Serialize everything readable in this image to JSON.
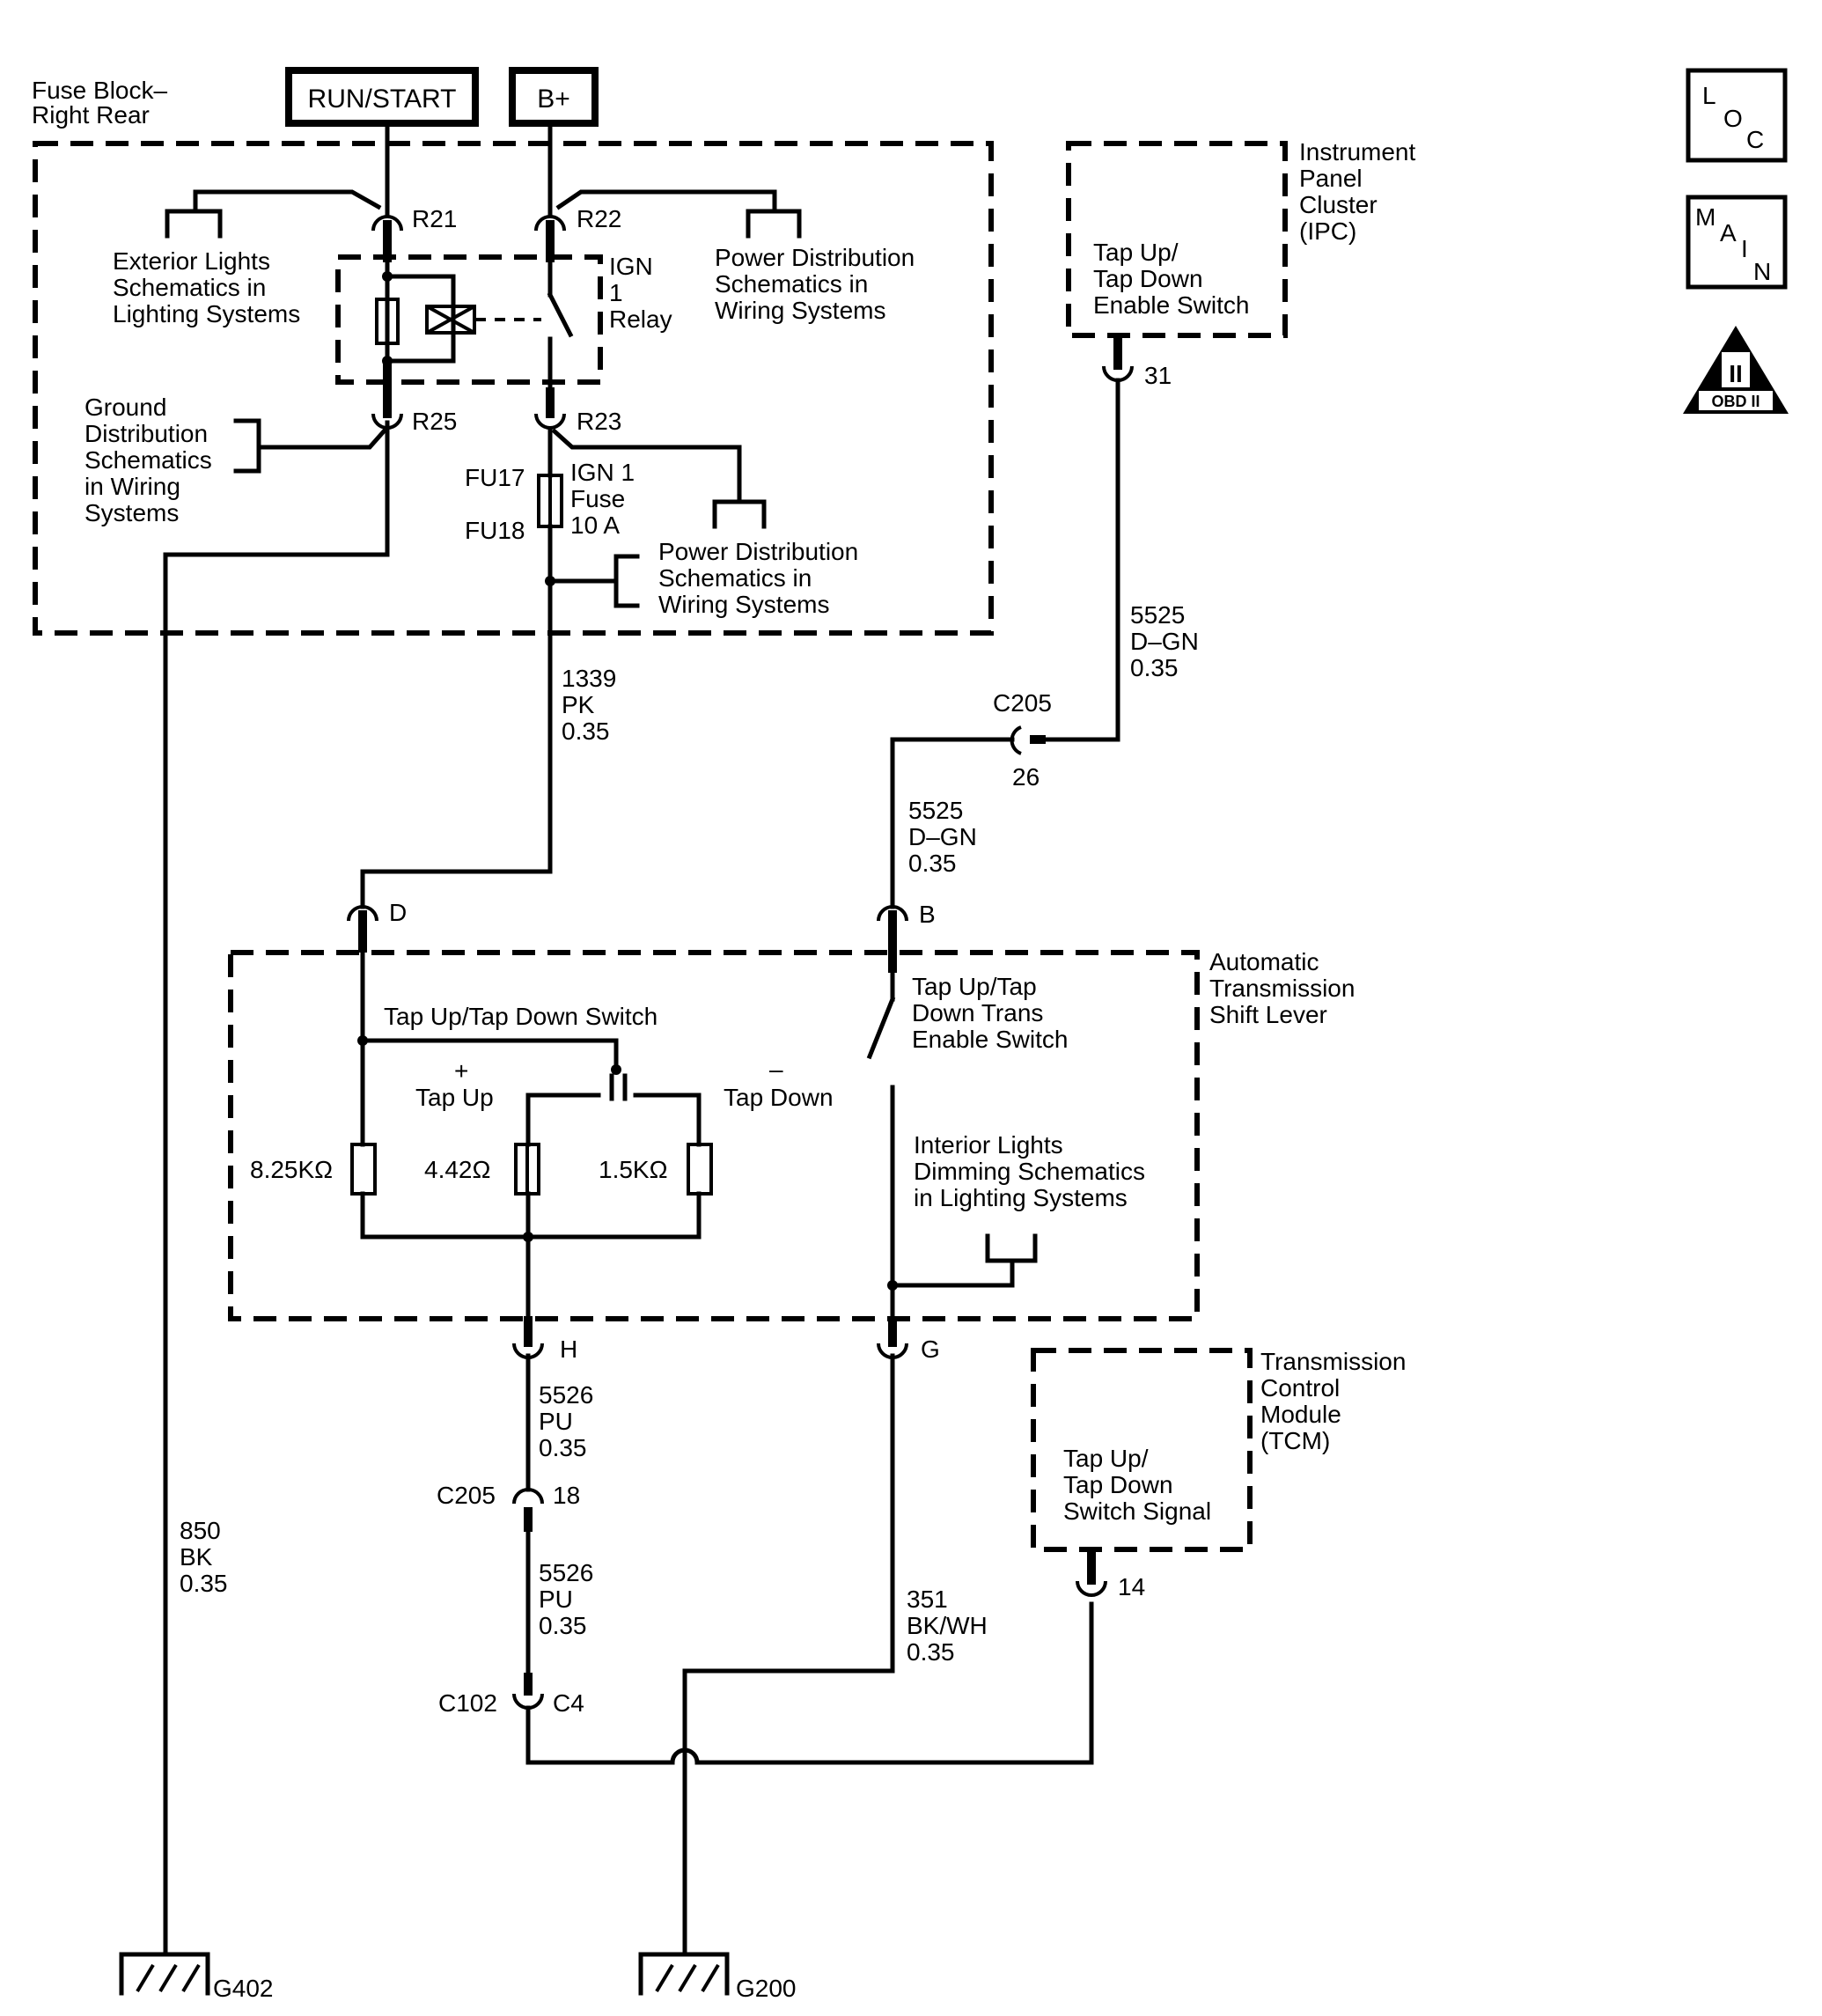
{
  "power_sources": {
    "run_start": "RUN/START",
    "b_plus": "B+"
  },
  "fuse_block": {
    "title_line1": "Fuse Block–",
    "title_line2": "Right Rear",
    "pins": {
      "r21": "R21",
      "r22": "R22",
      "r23": "R23",
      "r25": "R25"
    },
    "relay": {
      "line1": "IGN",
      "line2": "1",
      "line3": "Relay"
    },
    "fuse": {
      "top": "FU17",
      "bottom": "FU18",
      "line1": "IGN 1",
      "line2": "Fuse",
      "line3": "10 A"
    },
    "ext_lights": [
      "Exterior Lights",
      "Schematics in",
      "Lighting Systems"
    ],
    "power_dist_top": [
      "Power Distribution",
      "Schematics in",
      "Wiring Systems"
    ],
    "ground_dist": [
      "Ground",
      "Distribution",
      "Schematics",
      "in Wiring",
      "Systems"
    ],
    "power_dist_bottom": [
      "Power Distribution",
      "Schematics in",
      "Wiring Systems"
    ]
  },
  "ipc": {
    "title": [
      "Instrument",
      "Panel",
      "Cluster",
      "(IPC)"
    ],
    "switch": [
      "Tap Up/",
      "Tap Down",
      "Enable Switch"
    ],
    "pin": "31"
  },
  "wires": {
    "w1339": [
      "1339",
      "PK",
      "0.35"
    ],
    "w5525_top": [
      "5525",
      "D–GN",
      "0.35"
    ],
    "w5525_mid": [
      "5525",
      "D–GN",
      "0.35"
    ],
    "w5526_a": [
      "5526",
      "PU",
      "0.35"
    ],
    "w5526_b": [
      "5526",
      "PU",
      "0.35"
    ],
    "w850": [
      "850",
      "BK",
      "0.35"
    ],
    "w351": [
      "351",
      "BK/WH",
      "0.35"
    ]
  },
  "connectors": {
    "c205_top": "C205",
    "c205_top_pin": "26",
    "d": "D",
    "b": "B",
    "h": "H",
    "g": "G",
    "c205_bot": "C205",
    "c205_bot_pin": "18",
    "c102": "C102",
    "c4": "C4"
  },
  "shift_lever": {
    "title": [
      "Automatic",
      "Transmission",
      "Shift Lever"
    ],
    "switch_title": "Tap Up/Tap Down Switch",
    "plus": "+",
    "tap_up": "Tap Up",
    "minus": "–",
    "tap_down": "Tap Down",
    "r1": "8.25KΩ",
    "r2": "4.42Ω",
    "r3": "1.5KΩ",
    "enable_switch": [
      "Tap Up/Tap",
      "Down Trans",
      "Enable Switch"
    ],
    "interior_lights": [
      "Interior Lights",
      "Dimming Schematics",
      "in Lighting Systems"
    ]
  },
  "tcm": {
    "title": [
      "Transmission",
      "Control",
      "Module",
      "(TCM)"
    ],
    "signal": [
      "Tap Up/",
      "Tap Down",
      "Switch Signal"
    ],
    "pin": "14"
  },
  "grounds": {
    "g402": "G402",
    "g200": "G200"
  },
  "badges": {
    "loc": [
      "L",
      "O",
      "C"
    ],
    "main": [
      "M",
      "A",
      "I",
      "N"
    ],
    "obd": "OBD II",
    "obd_mark": "II"
  }
}
